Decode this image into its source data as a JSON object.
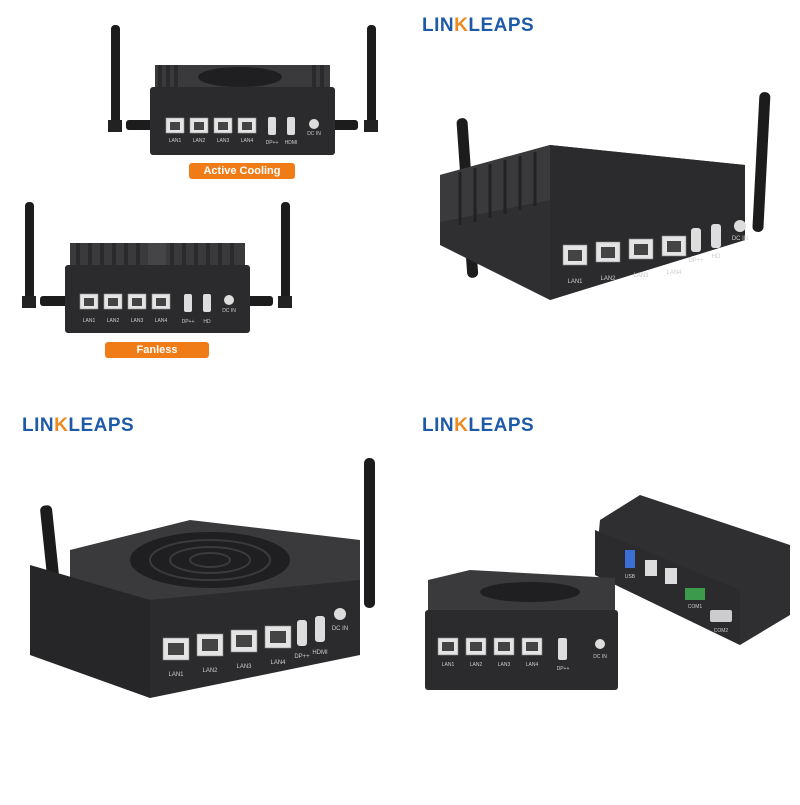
{
  "brand": {
    "prefix": "LIN",
    "mark": "K",
    "suffix": "LEAPS"
  },
  "labels": {
    "active_cooling": "Active Cooling",
    "fanless": "Fanless"
  },
  "ports": {
    "lan": [
      "LAN1",
      "LAN2",
      "LAN3",
      "LAN4"
    ],
    "dp": "DP++",
    "hdmi": "HDMI",
    "hd": "HD",
    "dc": "DC IN",
    "usb": "USB",
    "com1": "COM1",
    "com2": "COM2"
  },
  "colors": {
    "brand_blue": "#1e5aa8",
    "brand_orange": "#f08a1c",
    "badge": "#f07c18",
    "body": "#2b2b2d"
  }
}
